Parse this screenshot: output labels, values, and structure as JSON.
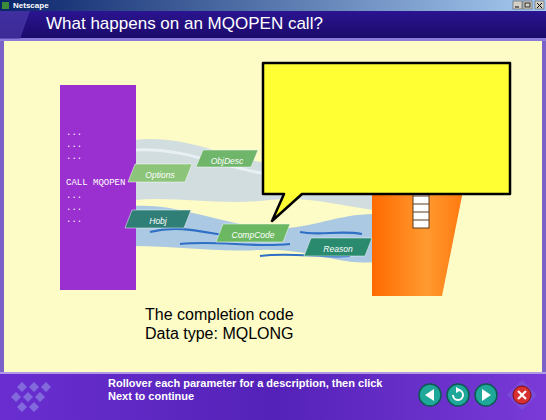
{
  "diagram": {
    "title": "What happens on an MQOPEN call?",
    "nodes": [
      {
        "text": [
          "...",
          "...",
          "...",
          "CALL MQOPEN",
          "...",
          "...",
          "..."
        ]
      },
      {
        "text": [
          "Options"
        ]
      },
      {
        "text": [
          "ObjDesc"
        ]
      },
      {
        "text": [
          "Hobj"
        ]
      },
      {
        "text": [
          "CompCode"
        ]
      },
      {
        "text": [
          "Reason"
        ]
      }
    ],
    "labels": [
      "Netscape",
      "The completion code",
      "Data type: MQLONG",
      "Rollover each parameter for a description, then click Next to continue"
    ]
  }
}
